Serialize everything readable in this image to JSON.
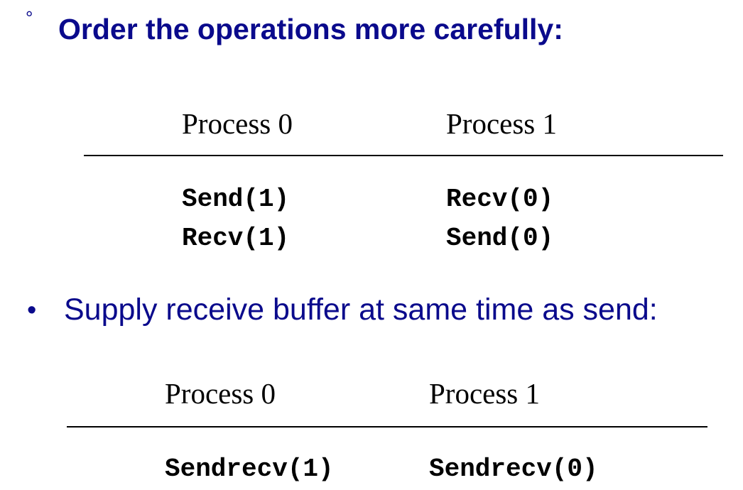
{
  "section1": {
    "bullet": "°",
    "heading": "Order the operations more carefully:",
    "table": {
      "headers": [
        "Process 0",
        "Process 1"
      ],
      "rows": [
        [
          "Send(1)",
          "Recv(0)"
        ],
        [
          "Recv(1)",
          "Send(0)"
        ]
      ]
    }
  },
  "section2": {
    "bullet": "•",
    "heading": "Supply receive buffer at same time as send:",
    "table": {
      "headers": [
        "Process 0",
        "Process 1"
      ],
      "rows": [
        [
          "Sendrecv(1)",
          "Sendrecv(0)"
        ]
      ]
    }
  },
  "colors": {
    "heading_blue": "#0a0a8c",
    "text_black": "#000000"
  }
}
